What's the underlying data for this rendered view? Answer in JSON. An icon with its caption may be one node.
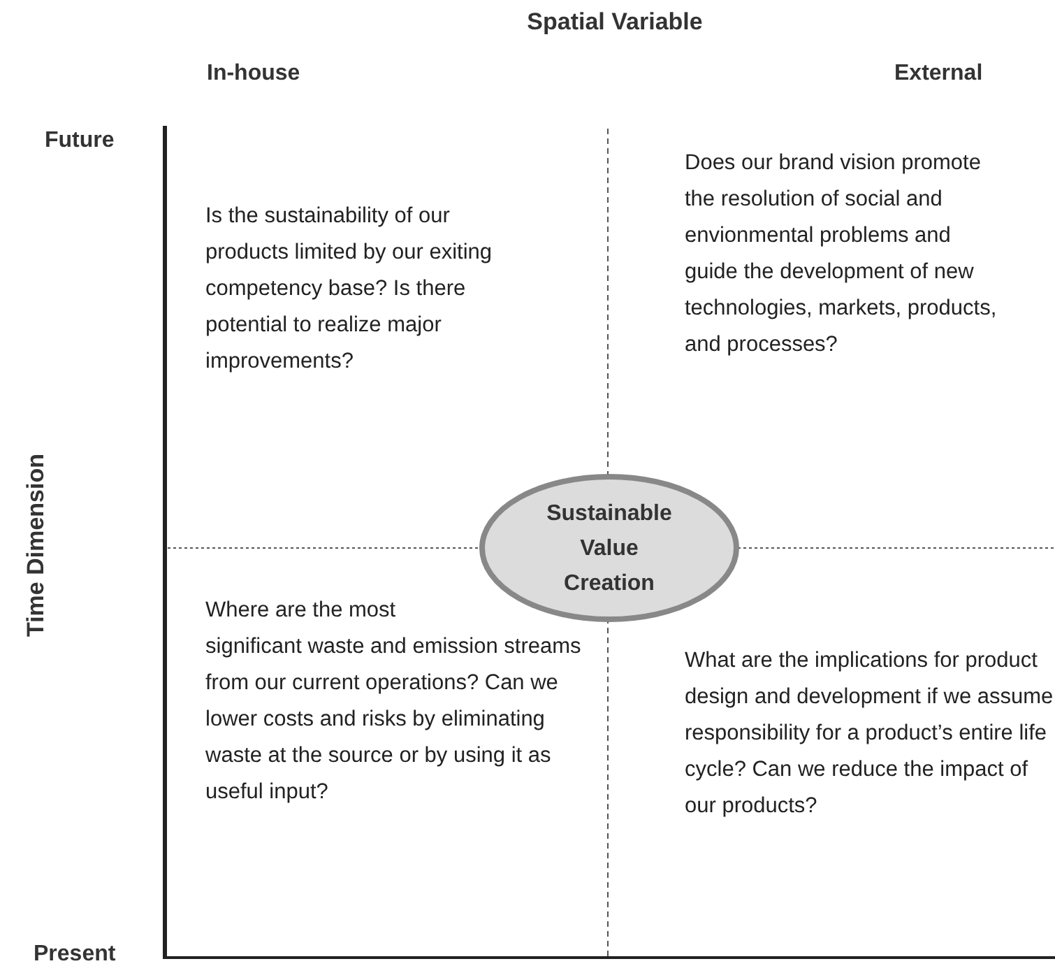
{
  "diagram": {
    "title": "Spatial Variable",
    "nodes": [
      {
        "text": [
          "Is the sustainability of our products limited by our exiting competency base?  Is there potential to realize major improvements?"
        ]
      },
      {
        "text": [
          "Does our brand vision promote the resolution of social and envionmental problems and guide the development of new technologies, markets, products, and processes?"
        ]
      },
      {
        "text": [
          "Where are the most significant waste and emission streams from our current operations?  Can we lower costs and risks by eliminating waste at the source or by using it as useful input?"
        ]
      },
      {
        "text": [
          "What are the implications for product design and development if we assume responsibility for a product’s entire life cycle?  Can we reduce the impact of our products?"
        ]
      },
      {
        "text": [
          "Sustainable Value Creation"
        ]
      }
    ],
    "edges": [],
    "labels": [
      "In-house",
      "External",
      "Future",
      "Time Dimension",
      "Present"
    ]
  }
}
